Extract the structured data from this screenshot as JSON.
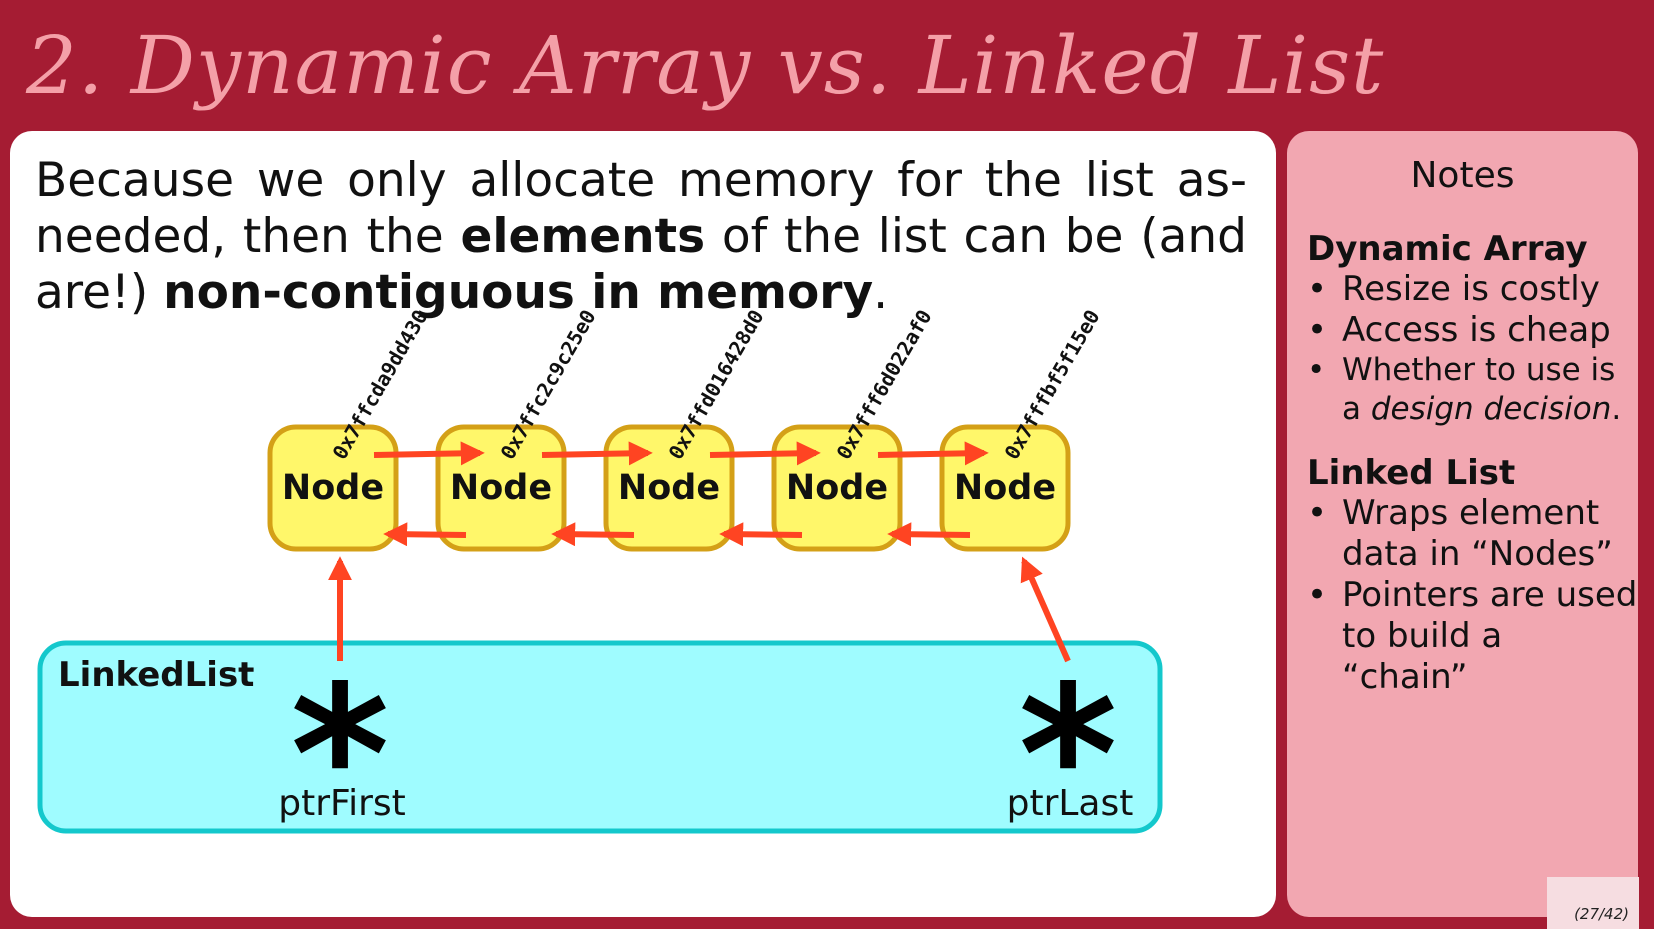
{
  "slide": {
    "title": "2. Dynamic Array vs. Linked List",
    "page_counter": "(27/42)"
  },
  "main": {
    "text_parts": [
      "Because we only allocate memory for the list as-needed, then the ",
      "elements",
      " of the list can be (and are!) ",
      "non-contiguous in memory",
      "."
    ]
  },
  "diagram": {
    "nodes": [
      {
        "label": "Node",
        "address": "0x7ffcda9dd430"
      },
      {
        "label": "Node",
        "address": "0x7ffc2c9c25e0"
      },
      {
        "label": "Node",
        "address": "0x7ffd016428d0"
      },
      {
        "label": "Node",
        "address": "0x7fff6d022af0"
      },
      {
        "label": "Node",
        "address": "0x7fffbf5f15e0"
      }
    ],
    "linked_list": {
      "title": "LinkedList",
      "pointer_symbol": "*",
      "first_label": "ptrFirst",
      "last_label": "ptrLast"
    },
    "colors": {
      "node_fill": "#fff76a",
      "node_border": "#d4a017",
      "arrow": "#ff4422",
      "list_fill": "#9ffcff",
      "list_border": "#14c8cc"
    }
  },
  "notes": {
    "title": "Notes",
    "sections": [
      {
        "heading": "Dynamic Array",
        "items": [
          "Resize is costly",
          "Access is cheap"
        ],
        "last_item_prefix": "Whether to use is a ",
        "last_item_emphasis": "design decision",
        "last_item_suffix": "."
      },
      {
        "heading": "Linked List",
        "items": [
          "Wraps element data in “Nodes”",
          "Pointers are used to build a “chain”"
        ]
      }
    ]
  }
}
